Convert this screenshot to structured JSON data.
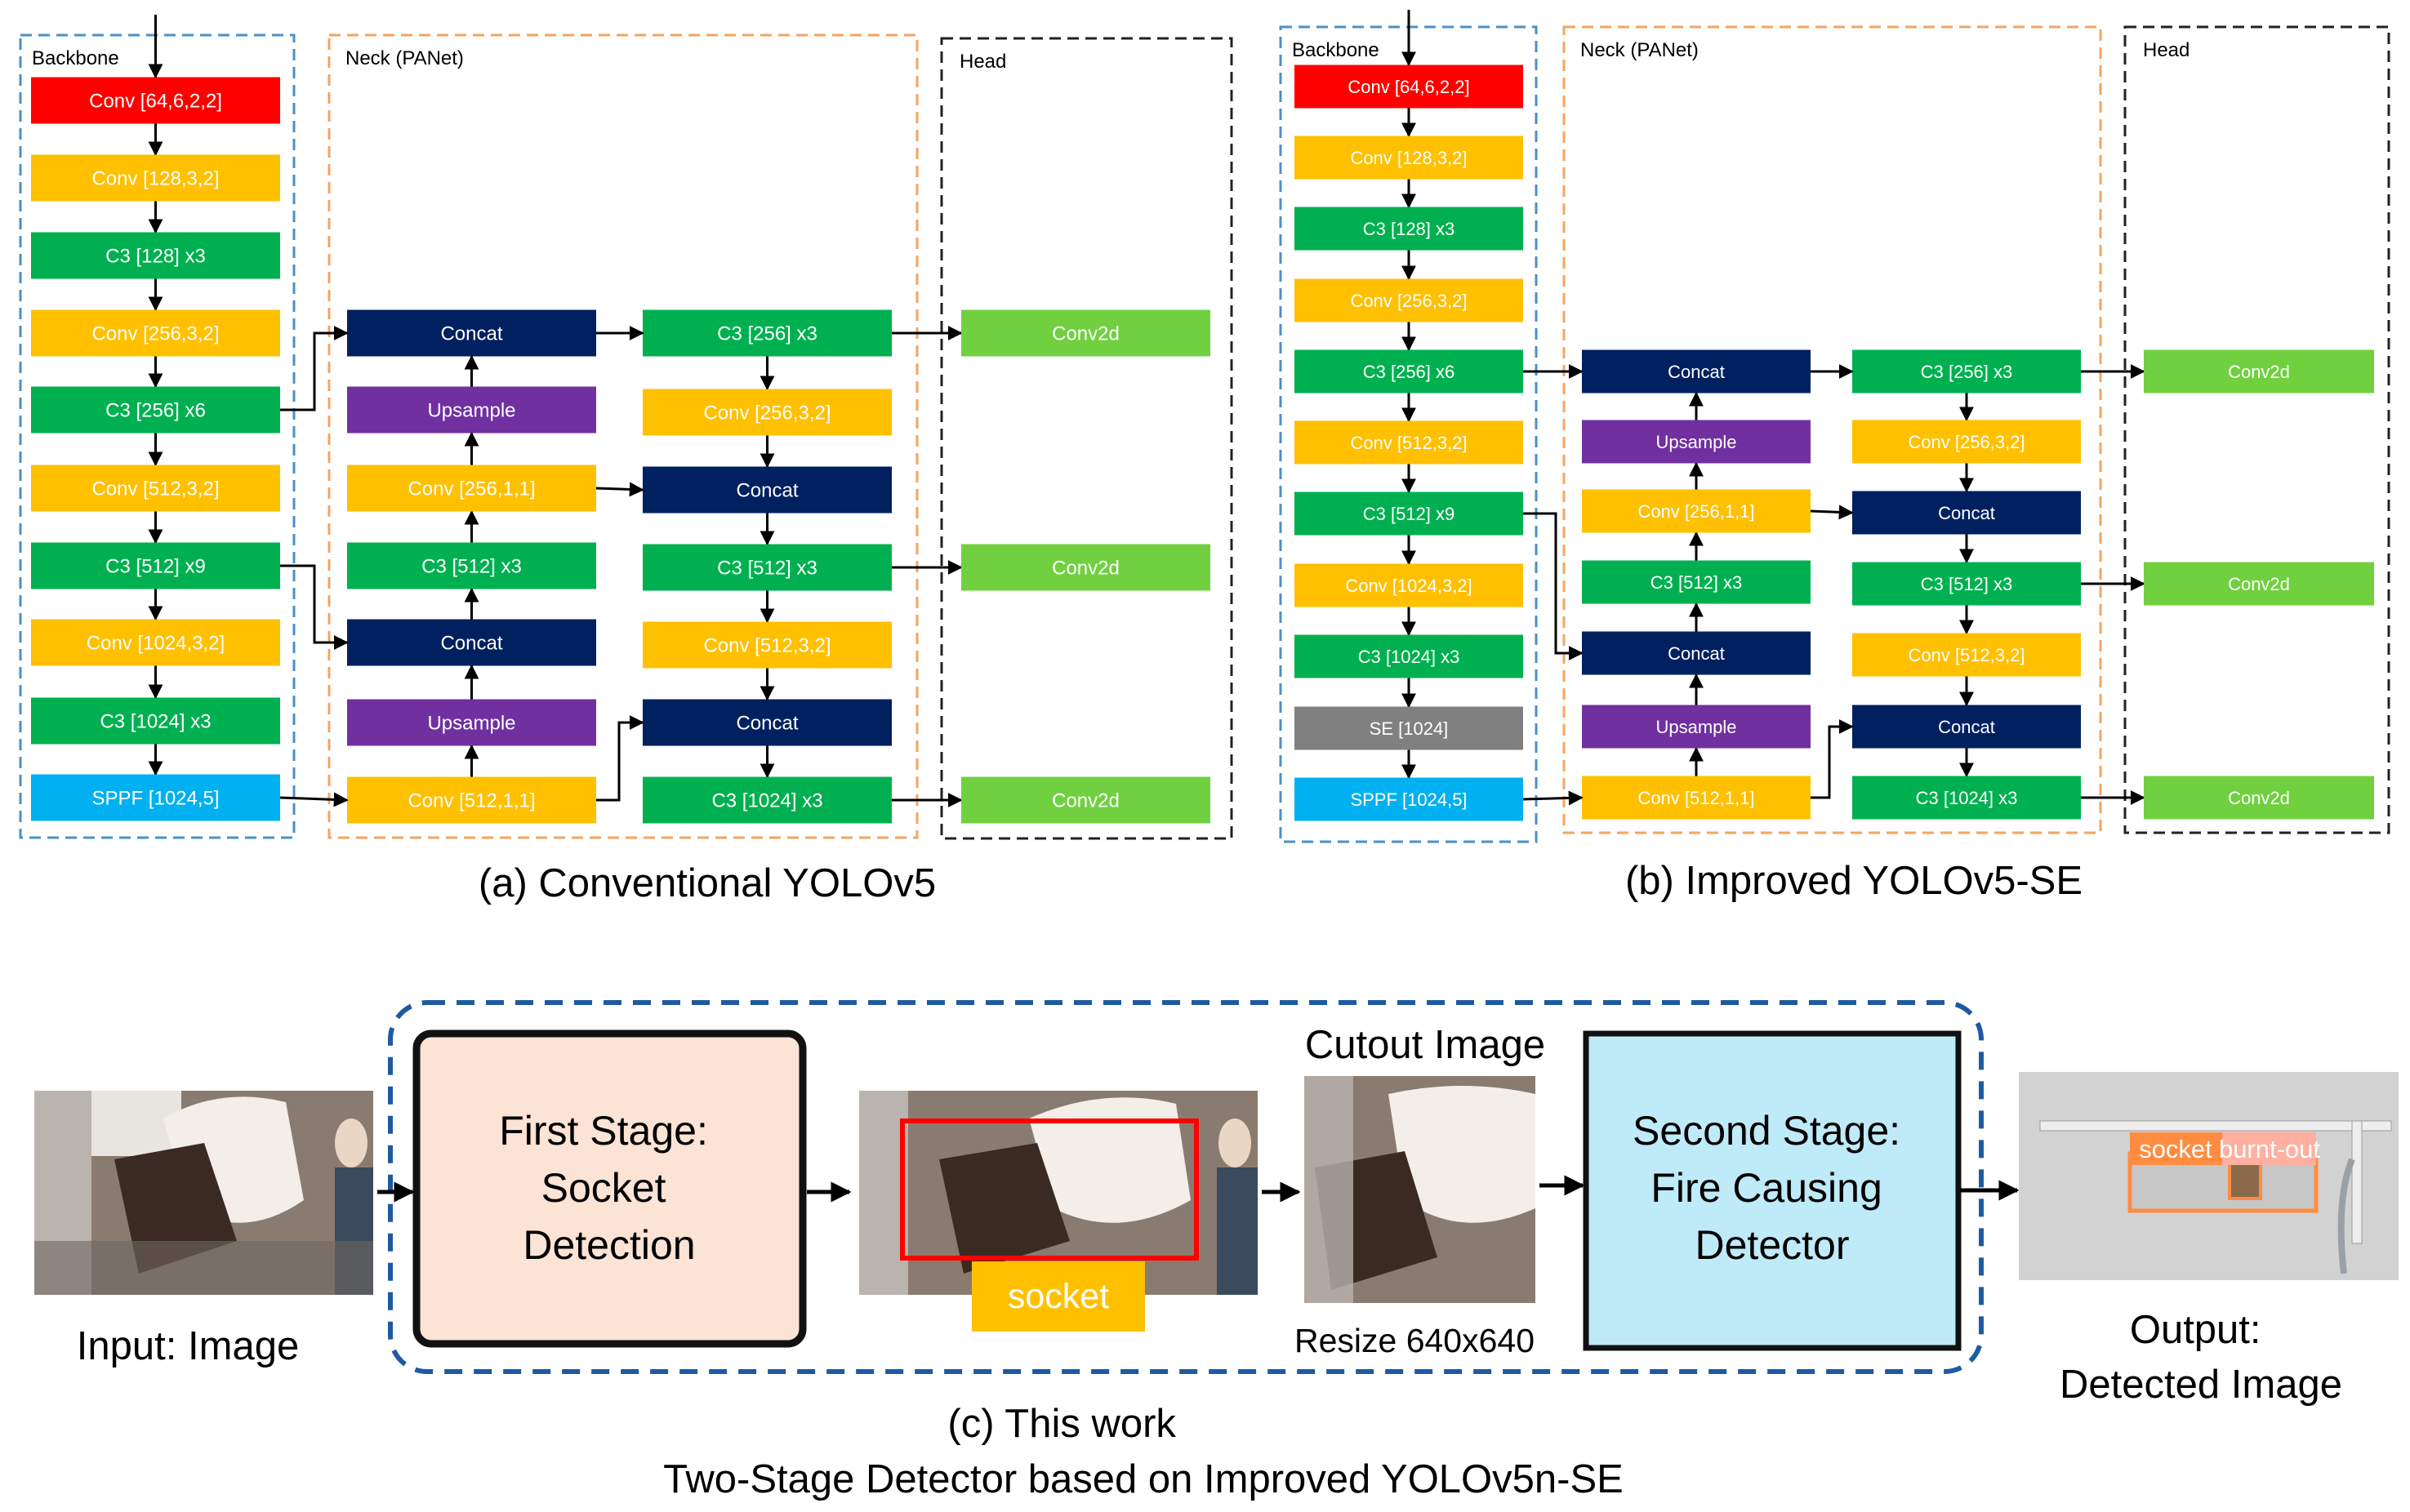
{
  "colors": {
    "red": "#ff0000",
    "yellow": "#ffc000",
    "green": "#00b050",
    "cyan": "#00b0f0",
    "navy": "#002060",
    "purple": "#7030a0",
    "lime": "#70d040",
    "gray": "#808080",
    "backbone_border": "#4a90c8",
    "neck_border": "#f4a460",
    "head_border": "#222222",
    "work_border": "#1f5aa0",
    "stage1_fill": "#fbe3d6",
    "stage2_fill": "#bfeaf7"
  },
  "panel_a": {
    "backbone_label": "Backbone",
    "neck_label": "Neck (PANet)",
    "head_label": "Head",
    "caption": "(a) Conventional YOLOv5",
    "backbone": [
      "Conv [64,6,2,2]",
      "Conv [128,3,2]",
      "C3 [128] x3",
      "Conv [256,3,2]",
      "C3 [256] x6",
      "Conv [512,3,2]",
      "C3 [512] x9",
      "Conv [1024,3,2]",
      "C3 [1024] x3",
      "SPPF [1024,5]"
    ],
    "neck_col1": [
      "Concat",
      "Upsample",
      "Conv [256,1,1]",
      "C3 [512] x3",
      "Concat",
      "Upsample",
      "Conv [512,1,1]"
    ],
    "neck_col2": [
      "C3 [256] x3",
      "Conv [256,3,2]",
      "Concat",
      "C3 [512] x3",
      "Conv [512,3,2]",
      "Concat",
      "C3 [1024] x3"
    ],
    "head": [
      "Conv2d",
      "Conv2d",
      "Conv2d"
    ]
  },
  "panel_b": {
    "backbone_label": "Backbone",
    "neck_label": "Neck (PANet)",
    "head_label": "Head",
    "caption": "(b) Improved YOLOv5-SE",
    "backbone": [
      "Conv [64,6,2,2]",
      "Conv [128,3,2]",
      "C3 [128] x3",
      "Conv [256,3,2]",
      "C3 [256] x6",
      "Conv [512,3,2]",
      "C3 [512] x9",
      "Conv [1024,3,2]",
      "C3 [1024] x3",
      "SE [1024]",
      "SPPF [1024,5]"
    ],
    "neck_col1": [
      "Concat",
      "Upsample",
      "Conv [256,1,1]",
      "C3 [512] x3",
      "Concat",
      "Upsample",
      "Conv [512,1,1]"
    ],
    "neck_col2": [
      "C3 [256] x3",
      "Conv [256,3,2]",
      "Concat",
      "C3 [512] x3",
      "Conv [512,3,2]",
      "Concat",
      "C3 [1024] x3"
    ],
    "head": [
      "Conv2d",
      "Conv2d",
      "Conv2d"
    ]
  },
  "panel_c": {
    "input_label": "Input: Image",
    "stage1": [
      "First Stage:",
      "Socket",
      "Detection"
    ],
    "socket_tag": "socket",
    "cutout_label": "Cutout Image",
    "resize_label": "Resize  640x640",
    "stage2": [
      "Second Stage:",
      "Fire Causing",
      "Detector"
    ],
    "output_label": [
      "Output:",
      "Detected Image"
    ],
    "output_tags": [
      "socket",
      "burnt-out"
    ],
    "caption": [
      "(c) This work",
      "Two-Stage Detector based on Improved YOLOv5n-SE"
    ]
  }
}
